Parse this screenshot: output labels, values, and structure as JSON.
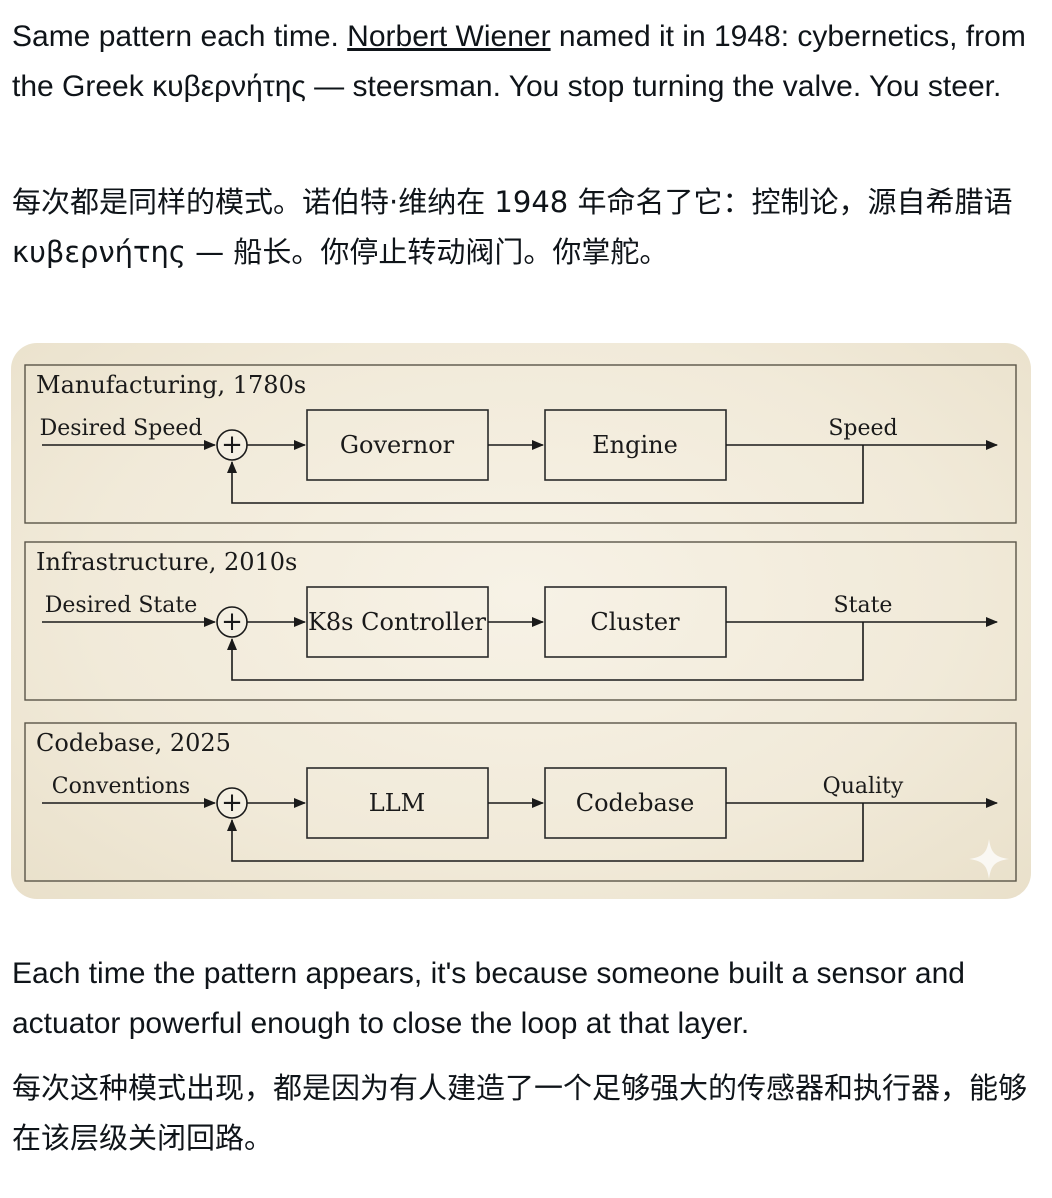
{
  "paragraphs": {
    "p1_before_link": "Same pattern each time. ",
    "p1_link": "Norbert Wiener",
    "p1_after_link": " named it in 1948: cybernetics, from the Greek κυβερνήτης — steersman. You stop turning the valve. You steer.",
    "p2": "每次都是同样的模式。诺伯特·维纳在 1948 年命名了它：控制论，源自希腊语 κυβερνήτης — 船长。你停止转动阀门。你掌舵。",
    "p3": "Each time the pattern appears, it's because someone built a sensor and actuator powerful enough to close the loop at that layer.",
    "p4": "每次这种模式出现，都是因为有人建造了一个足够强大的传感器和执行器，能够在该层级关闭回路。"
  },
  "diagram": {
    "panels": [
      {
        "title": "Manufacturing, 1780s",
        "input_label": "Desired Speed",
        "controller": "Governor",
        "plant": "Engine",
        "output_label": "Speed"
      },
      {
        "title": "Infrastructure, 2010s",
        "input_label": "Desired State",
        "controller": "K8s Controller",
        "plant": "Cluster",
        "output_label": "State"
      },
      {
        "title": "Codebase, 2025",
        "input_label": "Conventions",
        "controller": "LLM",
        "plant": "Codebase",
        "output_label": "Quality"
      }
    ],
    "sum_symbol": "+",
    "watermark_icon": "sparkle-icon"
  }
}
